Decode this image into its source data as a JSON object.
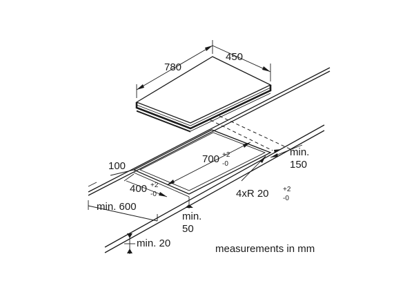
{
  "dimensions": {
    "hob_depth": "780",
    "hob_width": "450",
    "cutout_width": "700",
    "cutout_width_tol_plus": "+2",
    "cutout_width_tol_minus": "-0",
    "cutout_depth": "400",
    "cutout_depth_tol_plus": "+2",
    "cutout_depth_tol_minus": "-0",
    "corner_radius": "4xR 20",
    "corner_radius_tol_plus": "+2",
    "corner_radius_tol_minus": "-0",
    "front_edge": "100",
    "side_clearance_line1": "min.",
    "side_clearance_line2": "150",
    "worktop_depth": "min. 600",
    "front_clearance_line1": "min.",
    "front_clearance_line2": "50",
    "worktop_thickness": "min. 20"
  },
  "caption": "measurements in mm"
}
